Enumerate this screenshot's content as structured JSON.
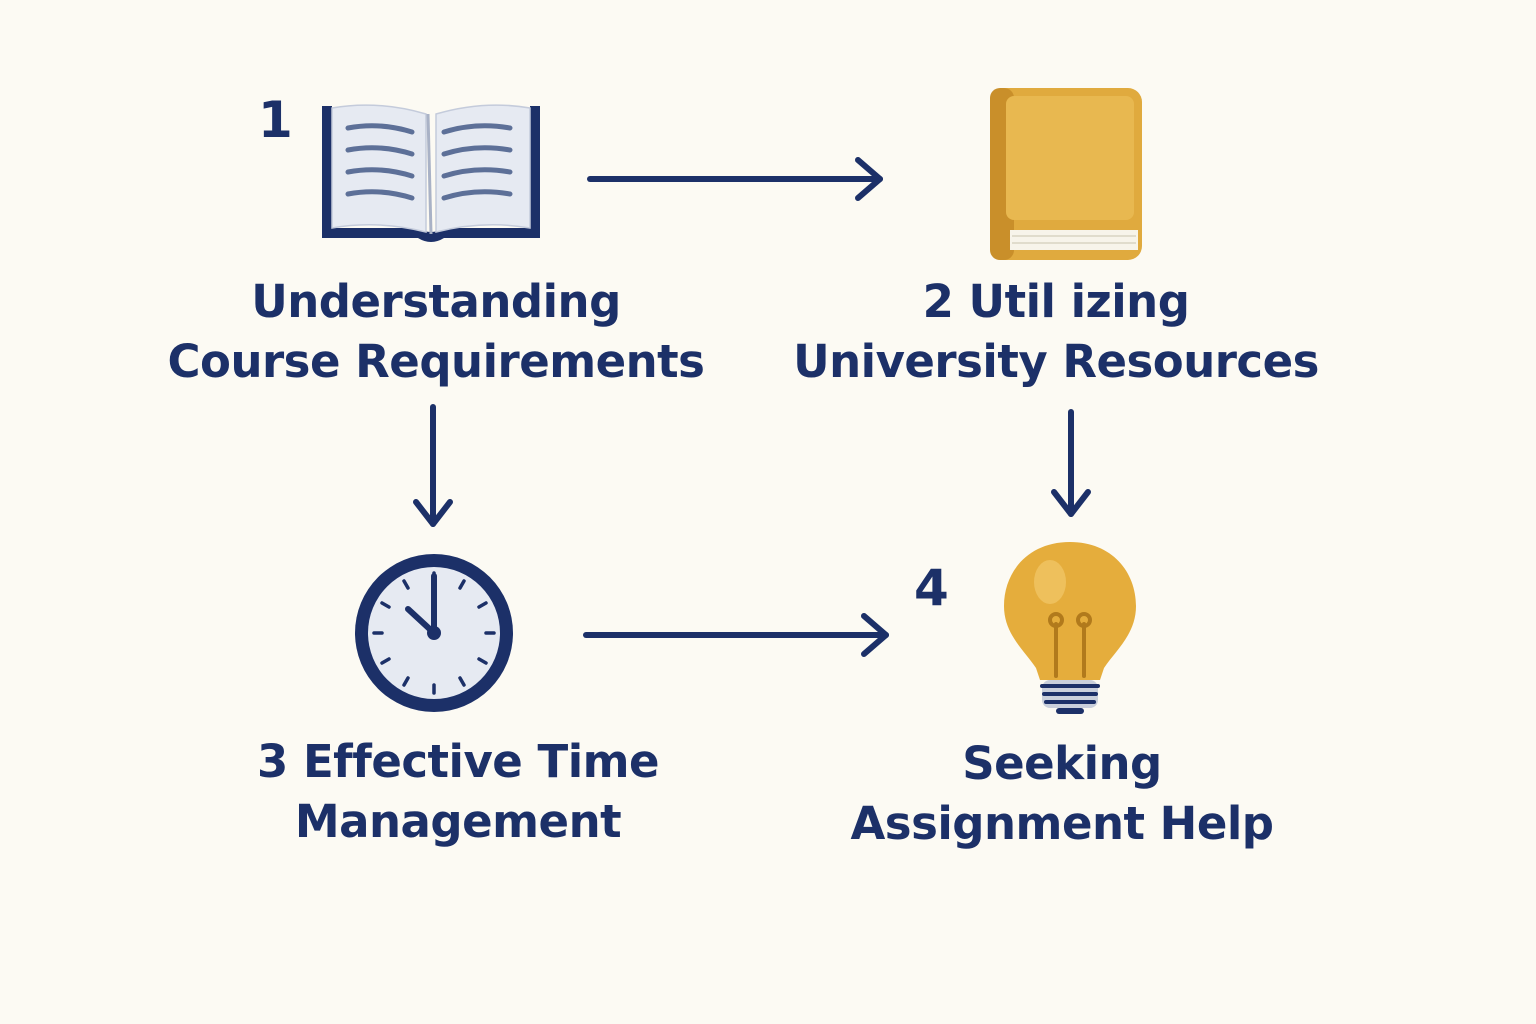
{
  "steps": [
    {
      "number": "1",
      "line1": "Understanding",
      "line2": "Course Requirements",
      "icon": "open-book-icon"
    },
    {
      "number": "2",
      "line1": "2 Util izing",
      "line2": "University Resources",
      "icon": "closed-book-icon"
    },
    {
      "number": "3",
      "line1": "3 Effective Time",
      "line2": "Management",
      "icon": "clock-icon"
    },
    {
      "number": "4",
      "line1": "Seeking",
      "line2": "Assignment Help",
      "icon": "lightbulb-icon"
    }
  ],
  "colors": {
    "background": "#fcfaf3",
    "navy": "#1c3068",
    "gold": "#e0aa3e",
    "page": "#e6eaf2"
  }
}
